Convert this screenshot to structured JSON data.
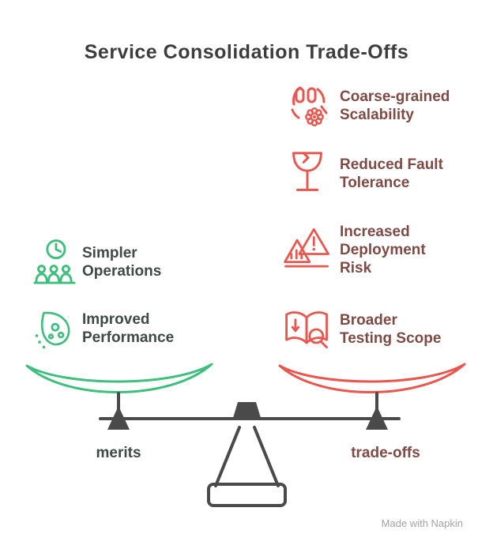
{
  "title": "Service Consolidation Trade-Offs",
  "left_items": [
    {
      "icon": "clock-people-icon",
      "lines": [
        "Simpler",
        "Operations"
      ]
    },
    {
      "icon": "water-drop-icon",
      "lines": [
        "Improved",
        "Performance"
      ]
    }
  ],
  "right_items": [
    {
      "icon": "gear-circle-icon",
      "lines": [
        "Coarse-grained",
        "Scalability"
      ]
    },
    {
      "icon": "fragile-glass-icon",
      "lines": [
        "Reduced Fault",
        "Tolerance"
      ]
    },
    {
      "icon": "warning-triangles-icon",
      "lines": [
        "Increased",
        "Deployment",
        "Risk"
      ]
    },
    {
      "icon": "book-magnifier-icon",
      "lines": [
        "Broader",
        "Testing Scope"
      ]
    }
  ],
  "scale": {
    "left_label": "merits",
    "right_label": "trade-offs"
  },
  "watermark": "Made with Napkin",
  "colors": {
    "green": "#3fbe7e",
    "red": "#e8564e",
    "dark": "#4a4a4a",
    "title-text": "#3d3d3d",
    "green-text": "#3f4a45",
    "red-text": "#7d4b44",
    "watermark-text": "#a3a3a3"
  }
}
